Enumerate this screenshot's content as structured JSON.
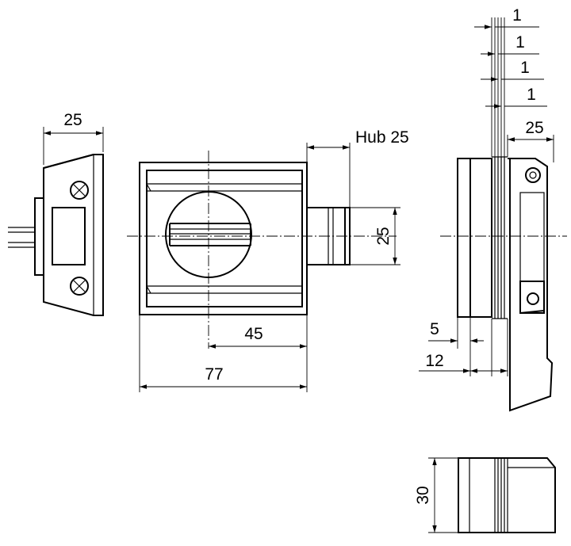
{
  "dimensions": {
    "strike_width": "25",
    "stroke": "Hub 25",
    "bolt_height": "25",
    "backset": "45",
    "body_length": "77",
    "offset_5": "5",
    "offset_12": "12",
    "plate_1a": "1",
    "plate_1b": "1",
    "plate_1c": "1",
    "plate_1d": "1",
    "side_25": "25",
    "height_30": "30"
  }
}
